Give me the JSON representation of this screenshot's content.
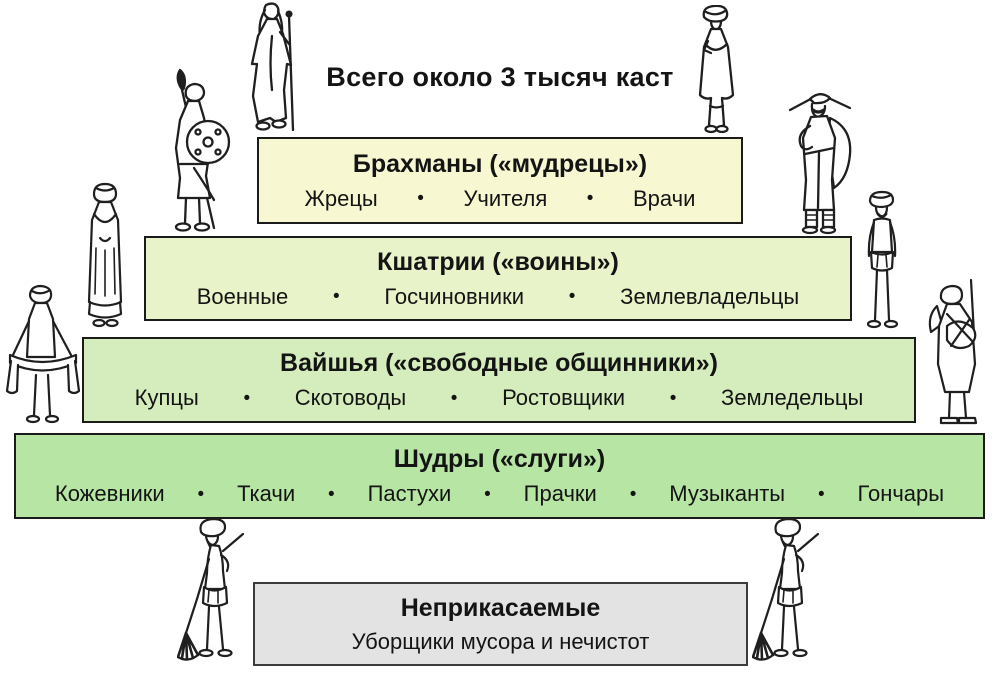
{
  "title": "Всего около 3 тысяч каст",
  "separator": "•",
  "colors": {
    "background": "#ffffff",
    "text": "#141414",
    "tier_border": "#1b1b1b",
    "untouchables_border": "#3c3c3c",
    "brahmans_bg": "#f7f8d1",
    "kshatriyas_bg": "#e9f3c9",
    "vaishyas_bg": "#d5edbd",
    "shudras_bg": "#b7e5a4",
    "untouchables_bg": "#e3e3e3",
    "figure_line": "#1f1f1f"
  },
  "tiers": [
    {
      "name": "Брахманы",
      "heading": "Брахманы («мудрецы»)",
      "items": [
        "Жрецы",
        "Учителя",
        "Врачи"
      ],
      "bg": "#f7f8d1"
    },
    {
      "name": "Кшатрии",
      "heading": "Кшатрии («воины»)",
      "items": [
        "Военные",
        "Госчиновники",
        "Землевладельцы"
      ],
      "bg": "#e9f3c9"
    },
    {
      "name": "Вайшья",
      "heading": "Вайшья («свободные общинники»)",
      "items": [
        "Купцы",
        "Скотоводы",
        "Ростовщики",
        "Земледельцы"
      ],
      "bg": "#d5edbd"
    },
    {
      "name": "Шудры",
      "heading": "Шудры («слуги»)",
      "items": [
        "Кожевники",
        "Ткачи",
        "Пастухи",
        "Прачки",
        "Музыканты",
        "Гончары"
      ],
      "bg": "#b7e5a4"
    }
  ],
  "untouchables": {
    "heading": "Неприкасаемые",
    "subtitle": "Уборщики мусора и нечистот",
    "bg": "#e3e3e3"
  },
  "figures": [
    {
      "icon": "sage-with-staff-icon",
      "location": "above-brahmans-left"
    },
    {
      "icon": "scholar-with-turban-icon",
      "location": "above-brahmans-right"
    },
    {
      "icon": "warrior-with-spear-and-shield-icon",
      "location": "above-kshatriyas-left"
    },
    {
      "icon": "warrior-with-hat-and-cloak-icon",
      "location": "above-kshatriyas-right"
    },
    {
      "icon": "woman-with-folded-hands-icon",
      "location": "above-vaishyas-left"
    },
    {
      "icon": "ascetic-in-loincloth-icon",
      "location": "above-vaishyas-right"
    },
    {
      "icon": "merchant-holding-cloth-icon",
      "location": "above-shudras-left"
    },
    {
      "icon": "musician-with-pipe-icon",
      "location": "above-shudras-right"
    },
    {
      "icon": "sweeper-with-broom-icon",
      "location": "bottom-left-of-untouchables"
    },
    {
      "icon": "sweeper-with-broom-icon",
      "location": "bottom-right-of-untouchables"
    }
  ]
}
